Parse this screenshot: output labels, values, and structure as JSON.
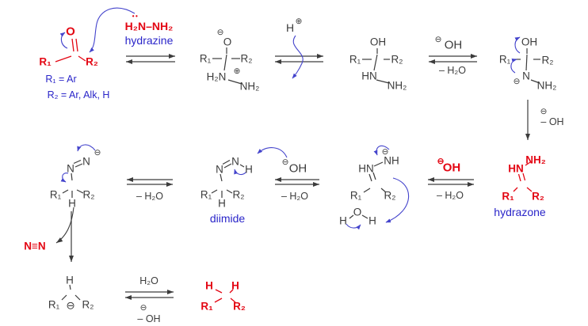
{
  "title": "ketone to alkane reduction mechanism via hydrazone and diimide",
  "colors": {
    "red": "#e30613",
    "blue": "#2a25c9",
    "black": "#3c3c3c",
    "arrow_blue": "#4444cc"
  },
  "common": {
    "R1": "R₁",
    "R2": "R₂",
    "minus": "⊖",
    "plus": "⊕",
    "O": "O",
    "OH": "OH",
    "N": "N",
    "NH": "NH",
    "HN": "HN",
    "NH2": "NH₂",
    "H2N": "H₂N",
    "H": "H",
    "H2O": "H₂O",
    "minus_H2O": "– H₂O",
    "minus_OH": "– OH",
    "lone_pair": "••"
  },
  "reagents": {
    "hydrazine_formula": "H₂N–NH₂",
    "hydrazine_label": "hydrazine"
  },
  "legend": {
    "line1": "R₁ = Ar",
    "line2": "R₂ = Ar, Alk, H"
  },
  "labels": {
    "diimide": "diimide",
    "hydrazone": "hydrazone",
    "nitrogen": "N≡N"
  }
}
